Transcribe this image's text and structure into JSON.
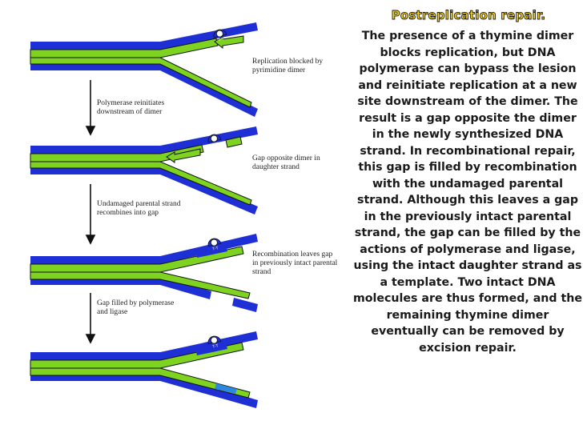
{
  "title": "Postreplication repair.",
  "description": "The presence of a thymine dimer blocks replication, but DNA polymerase can bypass the lesion and reinitiate replication at a new site downstream of the dimer. The result is a gap opposite the dimer in the newly synthesized DNA strand. In recombinational repair, this gap is filled by recombination with the undamaged parental strand. Although this leaves a gap in the previously intact parental strand, the gap can be filled by the actions of polymerase and ligase, using the intact daughter strand as a template. Two intact DNA molecules are thus formed, and the remaining thymine dimer eventually can be removed by excision repair.",
  "steps": [
    {
      "right_label": "Replication blocked by\npyrimidine dimer",
      "arrow_label": "Polymerase reinitiates\ndownstream of dimer"
    },
    {
      "right_label": "Gap opposite dimer in\ndaughter strand",
      "arrow_label": "Undamaged parental strand\nrecombines into gap"
    },
    {
      "right_label": "Recombination leaves gap\nin previously intact parental\nstrand",
      "arrow_label": "Gap filled by polymerase\nand ligase"
    },
    {
      "right_label": "",
      "arrow_label": ""
    }
  ],
  "dimer_label": "T-T",
  "colors": {
    "parental": "#1f2fd6",
    "daughter": "#7ed321",
    "outline": "#111111",
    "title_fill": "#f7d21a"
  }
}
